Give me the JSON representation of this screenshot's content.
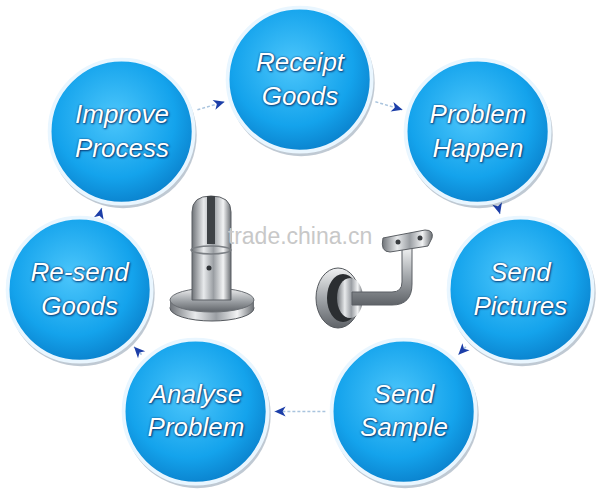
{
  "diagram": {
    "nodes": [
      {
        "text": [
          "Receipt Goods"
        ]
      },
      {
        "text": [
          "Improve Process"
        ]
      },
      {
        "text": [
          "Problem Happen"
        ]
      },
      {
        "text": [
          "Re-send Goods"
        ]
      },
      {
        "text": [
          "Send Pictures"
        ]
      },
      {
        "text": [
          "Analyse Problem"
        ]
      },
      {
        "text": [
          "Send Sample"
        ]
      }
    ],
    "edges": [
      {
        "from": 0,
        "to": 2,
        "arrow": "to"
      },
      {
        "from": 2,
        "to": 4,
        "arrow": "to"
      },
      {
        "from": 4,
        "to": 6,
        "arrow": "to"
      },
      {
        "from": 6,
        "to": 5,
        "arrow": "to"
      },
      {
        "from": 5,
        "to": 3,
        "arrow": "to"
      },
      {
        "from": 3,
        "to": 1,
        "arrow": "to"
      },
      {
        "from": 1,
        "to": 0,
        "arrow": "to"
      }
    ],
    "labels": [
      "trade.china.cn"
    ]
  }
}
